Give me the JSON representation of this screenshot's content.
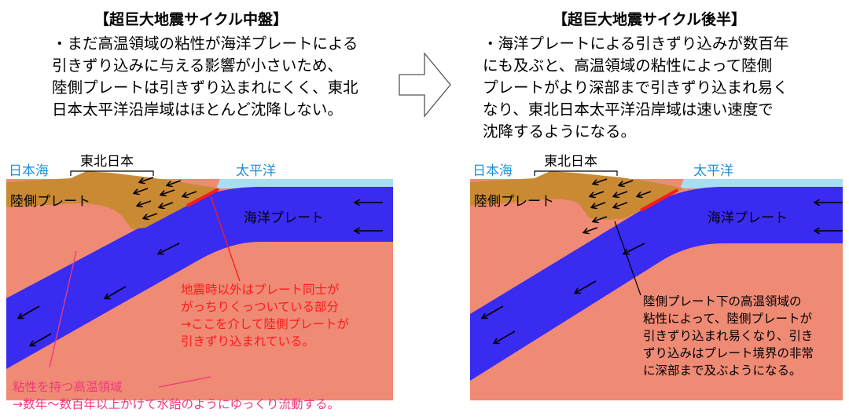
{
  "left": {
    "title": "【超巨大地震サイクル中盤】",
    "body_lines": [
      "・まだ高温領域の粘性が海洋プレートによる",
      "引きずり込みに与える影響が小さいため、",
      "陸側プレートは引きずり込まれにくく、東北",
      "日本太平洋沿岸域はほとんど沈降しない。"
    ],
    "labels": {
      "japan_sea": "日本海",
      "tohoku": "東北日本",
      "pacific": "太平洋",
      "land_plate": "陸側プレート",
      "ocean_plate": "海洋プレート"
    },
    "red_note_lines": [
      "地震時以外はプレート同士が",
      "がっちりくっついている部分",
      "→ここを介して陸側プレートが",
      "引きずり込まれている。"
    ],
    "viscous_lines": [
      "粘性を持つ高温領域",
      "→数年～数百年以上かけて水飴のようにゆっくり流動する。"
    ]
  },
  "right": {
    "title": "【超巨大地震サイクル後半】",
    "body_lines": [
      "・海洋プレートによる引きずり込みが数百年",
      "にも及ぶと、高温領域の粘性によって陸側",
      "プレートがより深部まで引きずり込まれ易く",
      "なり、東北日本太平洋沿岸域は速い速度で",
      "沈降するようになる。"
    ],
    "labels": {
      "japan_sea": "日本海",
      "tohoku": "東北日本",
      "pacific": "太平洋",
      "land_plate": "陸側プレート",
      "ocean_plate": "海洋プレート"
    },
    "note_lines": [
      "陸側プレート下の高温領域の",
      "粘性によって、陸側プレートが",
      "引きずり込まれ易くなり、引き",
      "ずり込みはプレート境界の非常",
      "に深部まで及ぶようになる。"
    ]
  },
  "colors": {
    "mantle": "#ef8a75",
    "ocean_plate": "#3a2bf0",
    "land_plate": "#c98a33",
    "sea": "#a8def0",
    "locked_zone": "#ff1a1a",
    "blue_text": "#1e8fd8",
    "pink_text": "#f0397a"
  },
  "icons": [
    "right-arrow-icon"
  ]
}
